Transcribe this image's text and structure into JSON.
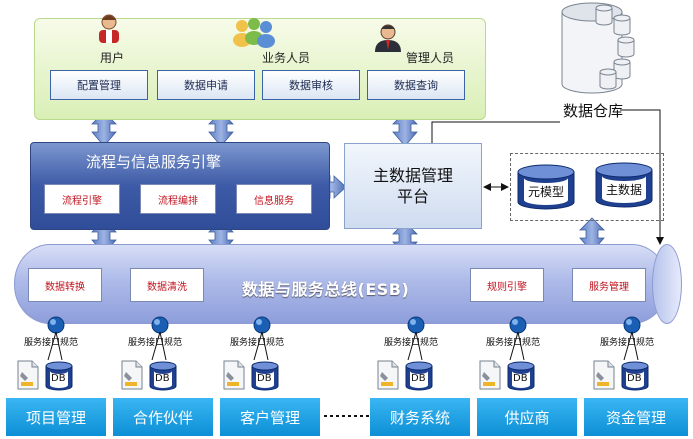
{
  "top_panel": {
    "roles": [
      {
        "label": "用户",
        "icon": "user-icon"
      },
      {
        "label": "业务人员",
        "icon": "business-people-icon"
      },
      {
        "label": "管理人员",
        "icon": "manager-icon"
      }
    ],
    "functions": [
      "配置管理",
      "数据申请",
      "数据审核",
      "数据查询"
    ]
  },
  "engine": {
    "title": "流程与信息服务引擎",
    "modules": [
      "流程引擎",
      "流程编排",
      "信息服务"
    ]
  },
  "master_data_platform": {
    "line1": "主数据管理",
    "line2": "平台"
  },
  "models": [
    "元模型",
    "主数据"
  ],
  "warehouse": {
    "label": "数据仓库"
  },
  "esb": {
    "title": "数据与服务总线(ESB)",
    "modules": [
      "数据转换",
      "数据清洗",
      "规则引擎",
      "服务管理"
    ]
  },
  "interface_label": "服务接口规范",
  "db_label": "DB",
  "systems": [
    "项目管理",
    "合作伙伴",
    "客户管理",
    "财务系统",
    "供应商",
    "资金管理"
  ],
  "colors": {
    "engine_blue": "#3c5aa6",
    "module_text_red": "#c0141f",
    "system_blue": "#139ce0",
    "panel_green": "#d9efb6",
    "esb_lavender": "#aebbe9"
  }
}
